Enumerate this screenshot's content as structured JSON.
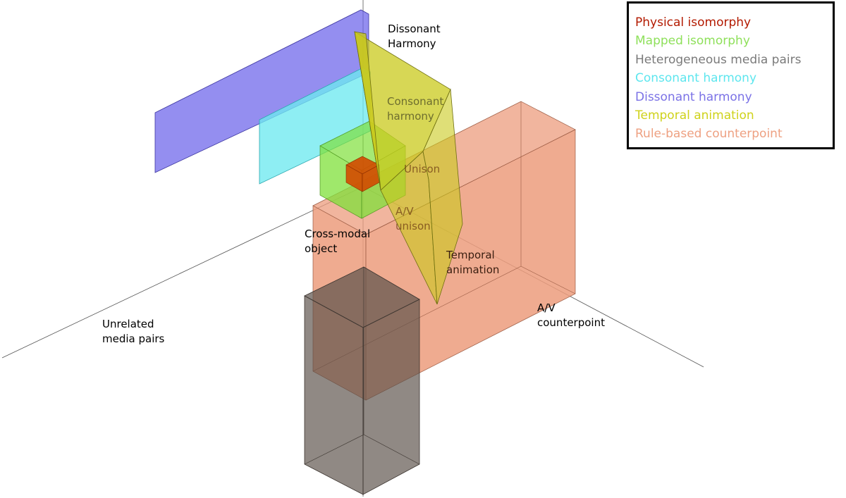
{
  "legend": {
    "items": [
      {
        "label": "Physical isomorphy",
        "color": "#b31a00"
      },
      {
        "label": "Mapped isomorphy",
        "color": "#8ee05a"
      },
      {
        "label": "Heterogeneous media pairs",
        "color": "#7a7a7a"
      },
      {
        "label": "Consonant harmony",
        "color": "#5de6ee"
      },
      {
        "label": "Dissonant harmony",
        "color": "#7b72e6"
      },
      {
        "label": "Temporal animation",
        "color": "#cfd21a"
      },
      {
        "label": "Rule-based counterpoint",
        "color": "#eea182"
      }
    ]
  },
  "labels": {
    "dissonant_harmony": [
      "Dissonant",
      "Harmony"
    ],
    "consonant_harmony": [
      "Consonant",
      "harmony"
    ],
    "unison": "Unison",
    "av_unison": [
      "A/V",
      "unison"
    ],
    "cross_modal_object": [
      "Cross-modal",
      "object"
    ],
    "temporal_animation": [
      "Temporal",
      "animation"
    ],
    "av_counterpoint": [
      "A/V",
      "counterpoint"
    ],
    "unrelated_media_pairs": [
      "Unrelated",
      "media pairs"
    ]
  },
  "colors": {
    "physical_isomorphy": "#d34a00",
    "mapped_isomorphy": "#7fe03a",
    "heterogeneous": "#5b514a",
    "consonant": "#6ee9f0",
    "dissonant": "#6b63ea",
    "temporal": "#c9c91c",
    "counterpoint": "#ec9c7d"
  }
}
